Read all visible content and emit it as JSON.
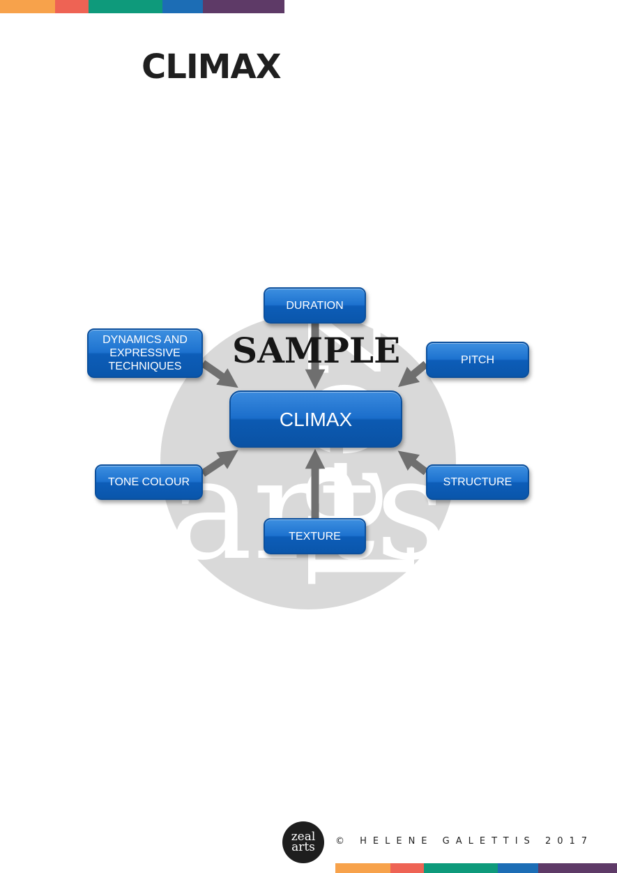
{
  "page": {
    "title": "CLIMAX"
  },
  "stripe_colors": [
    "#f7a24b",
    "#ee6354",
    "#0e9a7b",
    "#1c6db5",
    "#5e3a67"
  ],
  "watermark": {
    "sample": "SAMPLE",
    "logo_text": [
      "zeal",
      "arts"
    ],
    "circle_color": "#d9d9d9"
  },
  "diagram": {
    "center": {
      "label": "CLIMAX"
    },
    "nodes": [
      {
        "key": "duration",
        "label": "DURATION"
      },
      {
        "key": "dynamics",
        "label": "DYNAMICS AND\nEXPRESSIVE\nTECHNIQUES"
      },
      {
        "key": "pitch",
        "label": "PITCH"
      },
      {
        "key": "tone",
        "label": "TONE COLOUR"
      },
      {
        "key": "structure",
        "label": "STRUCTURE"
      },
      {
        "key": "texture",
        "label": "TEXTURE"
      }
    ],
    "node_color": "#1d72cf",
    "arrow_color": "#6f6f6f"
  },
  "footer": {
    "logo_text": [
      "zeal",
      "arts"
    ],
    "copyright": "© HELENE GALETTIS 2017"
  }
}
